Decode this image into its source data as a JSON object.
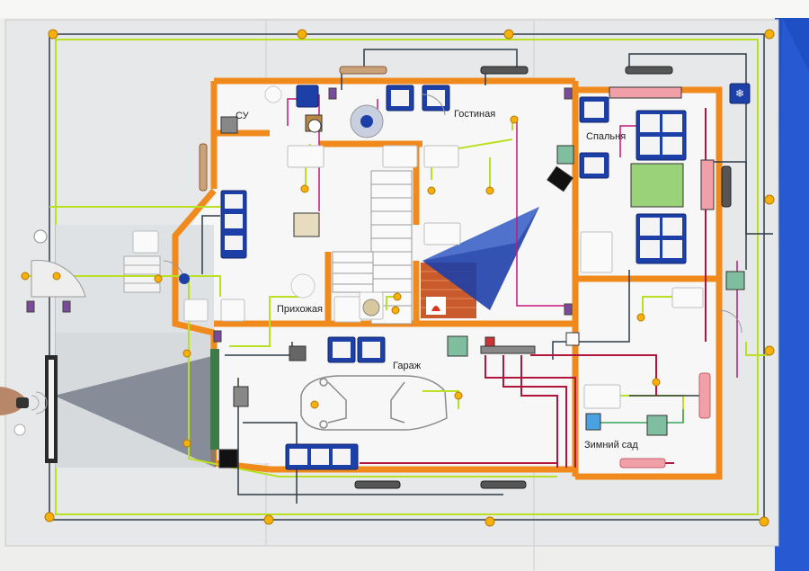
{
  "rooms": {
    "su": "СУ",
    "living": "Гостиная",
    "bedroom": "Спальня",
    "hallway": "Прихожая",
    "garage": "Гараж",
    "winter_garden": "Зимний сад"
  },
  "colors": {
    "wall": "#f08a1c",
    "frame": "#1b1b1b",
    "panel": "#e9ecef",
    "bus_yellow": "#b9e021",
    "bus_dark": "#2f3b47",
    "bus_red": "#b0163c",
    "bus_magenta": "#c2187a",
    "switch_blue": "#1d3fa8",
    "lamp": "#f5b10a",
    "bg_right": "#1f4fc4"
  }
}
